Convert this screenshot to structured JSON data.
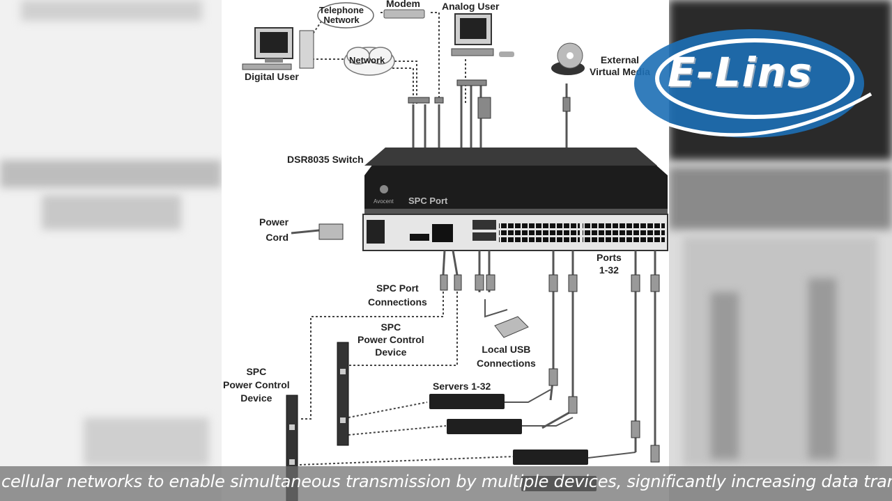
{
  "diagram": {
    "labels": {
      "telephone_network": "Telephone\nNetwork",
      "modem": "Modem",
      "analog_user": "Analog User",
      "digital_user": "Digital User",
      "network": "Network",
      "external_virtual_media": "External\nVirtual Media",
      "switch_name": "DSR8035 Switch",
      "spc_port": "SPC Port",
      "power_cord": "Power\nCord",
      "ports": "Ports\n1-32",
      "spc_port_connections": "SPC Port\nConnections",
      "spc_power_control_device_1": "SPC\nPower Control\nDevice",
      "spc_power_control_device_2": "SPC\nPower Control\nDevice",
      "local_usb_connections": "Local USB\nConnections",
      "servers": "Servers 1-32",
      "brand_on_switch": "Avocent"
    }
  },
  "logo": {
    "text": "E-Lins",
    "color": "#1d6fb5"
  },
  "caption": {
    "text": "cellular networks to enable simultaneous transmission by multiple devices, significantly increasing data trans"
  }
}
